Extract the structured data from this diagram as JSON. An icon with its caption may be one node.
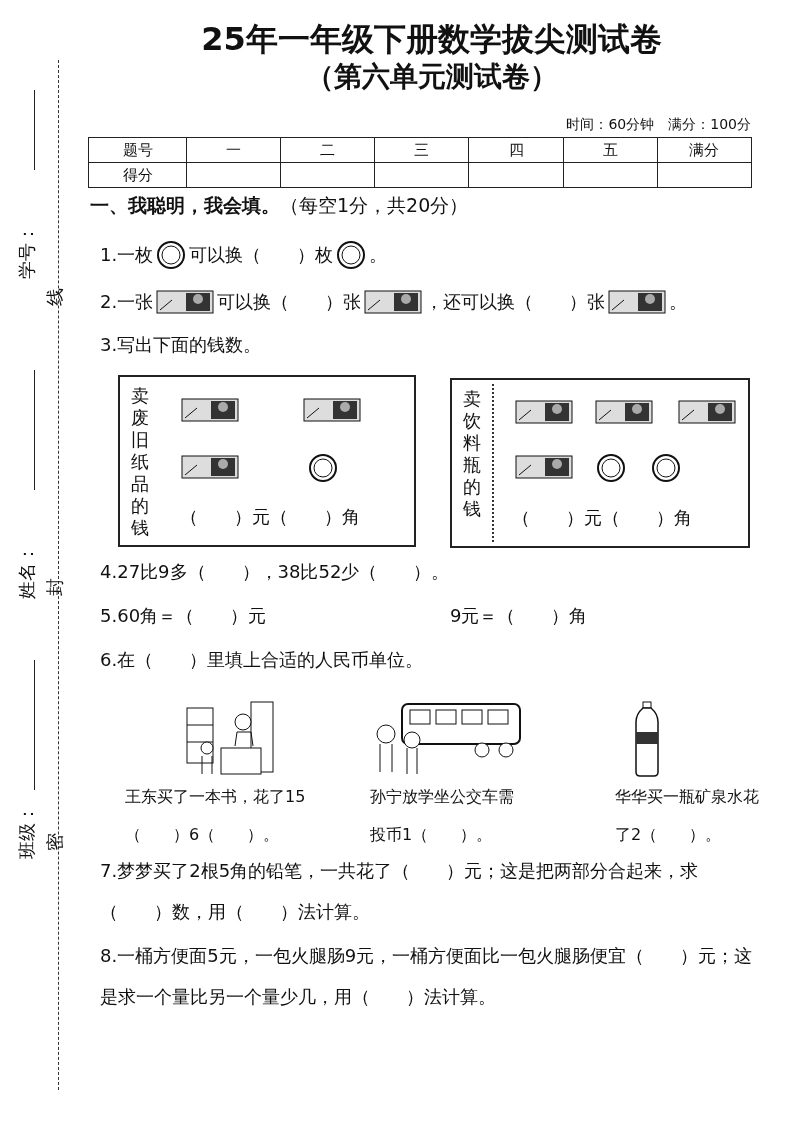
{
  "diagram": {
    "title": "25年一年级下册数学拔尖测试卷",
    "nodes": [
      {
        "text": [
          "卖废旧纸品的钱",
          "（　　）元（　　）角"
        ]
      },
      {
        "text": [
          "卖饮料瓶的钱",
          "（　　）元（　　）角"
        ]
      }
    ],
    "labels": [
      "（第六单元测试卷）",
      "时间：60分钟　满分：100分",
      "题号",
      "一",
      "二",
      "三",
      "四",
      "五",
      "满分",
      "得分",
      "**一、我聪明，我会填。**（每空1分，共20分）",
      "1.一枚",
      "可以换（　　）枚",
      "。",
      "2.一张",
      "可以换（　　）张",
      "，还可以换（　　）张",
      "。",
      "3.写出下面的钱数。",
      "4.27比9多（　　），38比52少（　　）。",
      "5.60角＝（　　）元",
      "9元＝（　　）角",
      "6.在（　　）里填上合适的人民币单位。",
      "王东买了一本书，花了15（　　）6（　　）。",
      "孙宁放学坐公交车需投币1（　　）。",
      "华华买一瓶矿泉水花了2（　　）。",
      "7.梦梦买了2根5角的铅笔，一共花了（　　）元；这是把两部分合起来，求（　　）数，用（　　）法计算。",
      "8.一桶方便面5元，一包火腿肠9元，一桶方便面比一包火腿肠便宜（　　）元；这是求一个量比另一个量少几，用（　　）法计算。",
      "学号：",
      "线",
      "姓名：",
      "封",
      "班级：",
      "密"
    ]
  }
}
